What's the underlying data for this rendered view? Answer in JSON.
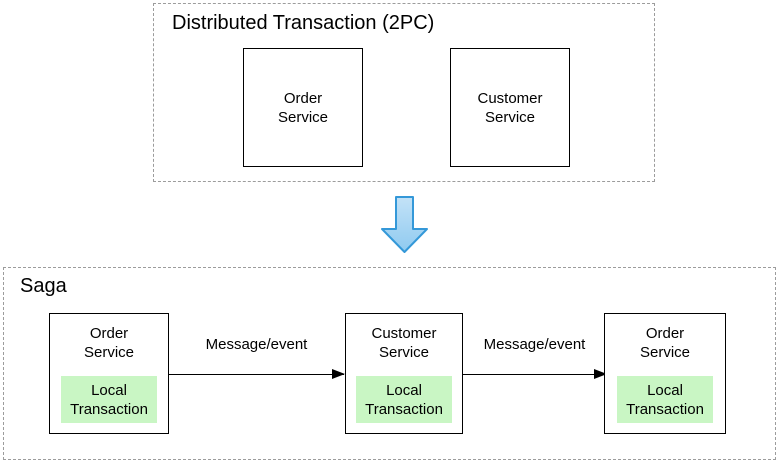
{
  "colors": {
    "container_border": "#9c9c9c",
    "box_border": "#000000",
    "local_transaction_fill": "#c9f6c4",
    "transition_arrow_fill_top": "#c3e2f7",
    "transition_arrow_fill_bottom": "#8fcaf0",
    "transition_arrow_stroke": "#3498d8",
    "text": "#000000"
  },
  "icons": {
    "transition_arrow": "down-arrow"
  },
  "two_pc": {
    "title": "Distributed Transaction (2PC)",
    "boxes": [
      {
        "label": "Order\nService"
      },
      {
        "label": "Customer\nService"
      }
    ]
  },
  "saga": {
    "title": "Saga",
    "steps": [
      {
        "label": "Order\nService",
        "inner_label": "Local\nTransaction"
      },
      {
        "label": "Customer\nService",
        "inner_label": "Local\nTransaction"
      },
      {
        "label": "Order\nService",
        "inner_label": "Local\nTransaction"
      }
    ],
    "arrows": [
      {
        "label": "Message/event"
      },
      {
        "label": "Message/event"
      }
    ]
  }
}
